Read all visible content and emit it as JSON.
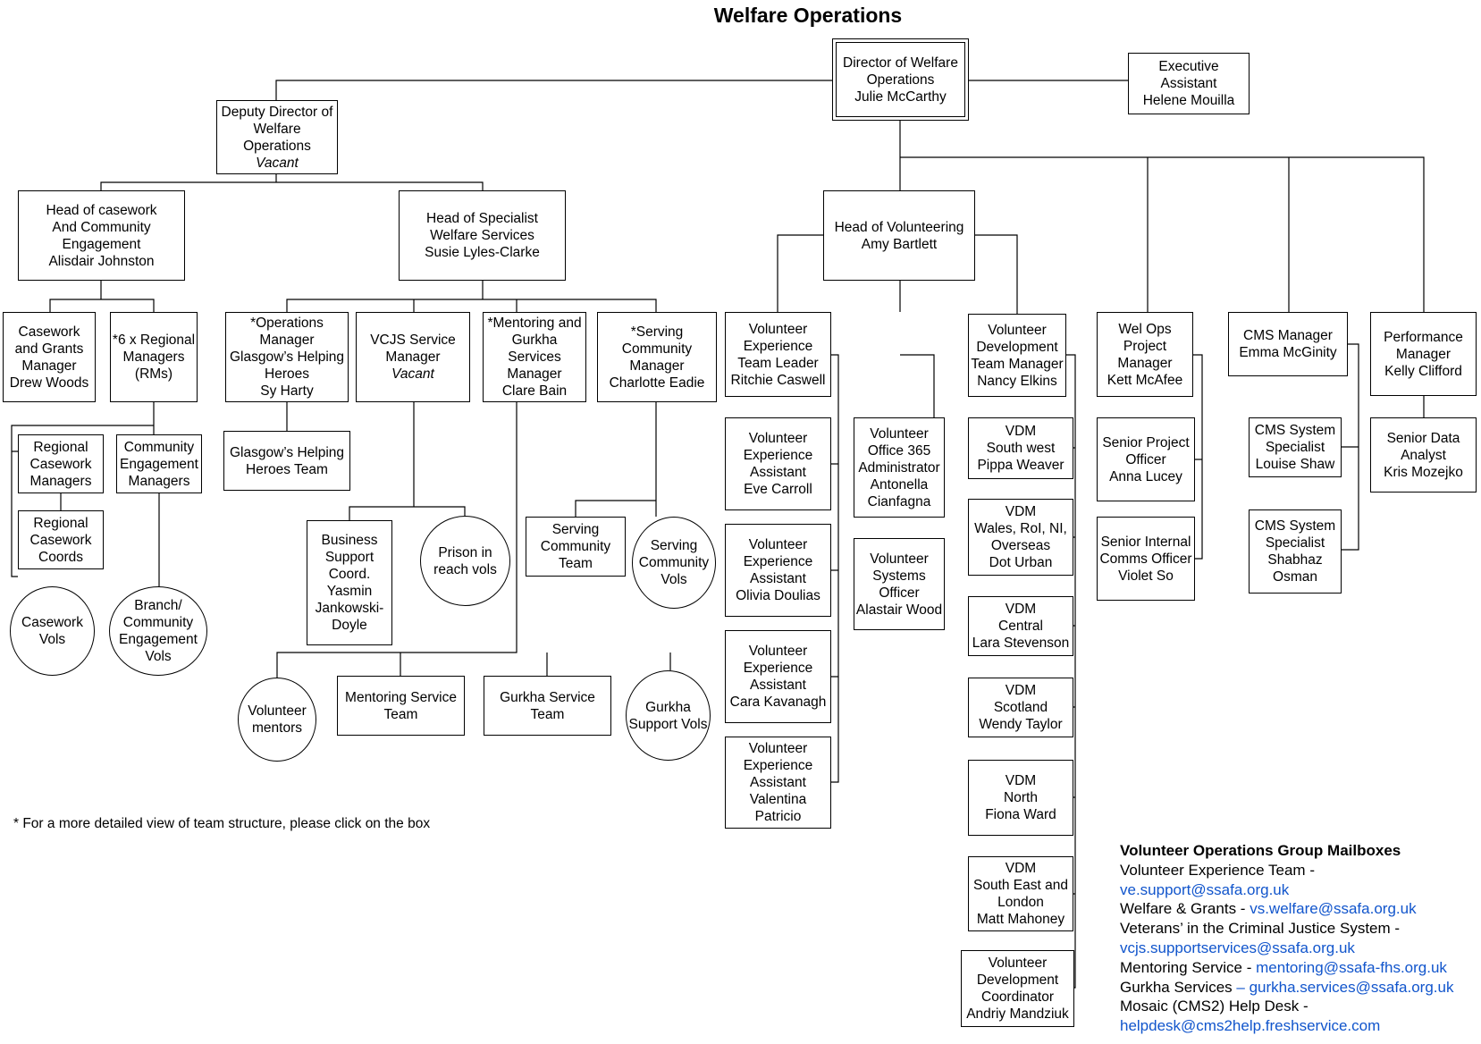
{
  "title": "Welfare Operations",
  "boxes": {
    "director": [
      "Director of Welfare",
      "Operations",
      "Julie McCarthy"
    ],
    "exec_assistant": [
      "Executive",
      "Assistant",
      "Helene Mouilla"
    ],
    "deputy": [
      "Deputy Director of",
      "Welfare",
      "Operations",
      "Vacant"
    ],
    "head_casework": [
      "Head of casework",
      "And Community",
      "Engagement",
      "Alisdair Johnston"
    ],
    "head_specialist": [
      "Head of Specialist",
      "Welfare Services",
      "Susie Lyles-Clarke"
    ],
    "head_volunteering": [
      "Head of Volunteering",
      "Amy Bartlett"
    ],
    "casework_grants_mgr": [
      "Casework",
      "and Grants",
      "Manager",
      "Drew Woods"
    ],
    "regional_managers": [
      "*6 x Regional",
      "Managers",
      "(RMs)"
    ],
    "regional_casework_managers": [
      "Regional",
      "Casework",
      "Managers"
    ],
    "community_engagement_managers": [
      "Community",
      "Engagement",
      "Managers"
    ],
    "regional_casework_coords": [
      "Regional",
      "Casework",
      "Coords"
    ],
    "casework_vols": [
      "Casework",
      "Vols"
    ],
    "branch_vols": [
      "Branch/",
      "Community",
      "Engagement",
      "Vols"
    ],
    "ops_manager_glasgow": [
      "*Operations",
      "Manager",
      "Glasgow’s Helping",
      "Heroes",
      "Sy Harty"
    ],
    "glasgow_team": [
      "Glasgow’s Helping",
      "Heroes Team"
    ],
    "vcjs_manager": [
      "VCJS Service",
      "Manager",
      "Vacant"
    ],
    "business_support": [
      "Business",
      "Support",
      "Coord.",
      "Yasmin",
      "Jankowski-",
      "Doyle"
    ],
    "prison_vols": [
      "Prison in",
      "reach vols"
    ],
    "mentoring_gurkha_mgr": [
      "*Mentoring and",
      "Gurkha",
      "Services",
      "Manager",
      "Clare Bain"
    ],
    "volunteer_mentors": [
      "Volunteer",
      "mentors"
    ],
    "mentoring_team": [
      "Mentoring Service",
      "Team"
    ],
    "gurkha_team": [
      "Gurkha Service",
      "Team"
    ],
    "gurkha_vols": [
      "Gurkha",
      "Support Vols"
    ],
    "serving_community_mgr": [
      "*Serving",
      "Community",
      "Manager",
      "Charlotte Eadie"
    ],
    "serving_community_team": [
      "Serving",
      "Community",
      "Team"
    ],
    "serving_community_vols": [
      "Serving",
      "Community",
      "Vols"
    ],
    "ve_team_leader": [
      "Volunteer",
      "Experience",
      "Team Leader",
      "Ritchie Caswell"
    ],
    "ve_assistant_eve": [
      "Volunteer",
      "Experience",
      "Assistant",
      "Eve Carroll"
    ],
    "ve_assistant_olivia": [
      "Volunteer",
      "Experience",
      "Assistant",
      "Olivia Doulias"
    ],
    "ve_assistant_cara": [
      "Volunteer",
      "Experience",
      "Assistant",
      "Cara Kavanagh"
    ],
    "ve_assistant_valentina": [
      "Volunteer",
      "Experience",
      "Assistant",
      "Valentina",
      "Patricio"
    ],
    "vo365_admin": [
      "Volunteer",
      "Office 365",
      "Administrator",
      "Antonella",
      "Cianfagna"
    ],
    "vol_systems_officer": [
      "Volunteer",
      "Systems",
      "Officer",
      "Alastair Wood"
    ],
    "vd_team_manager": [
      "Volunteer",
      "Development",
      "Team Manager",
      "Nancy Elkins"
    ],
    "vdm_southwest": [
      "VDM",
      "South west",
      "Pippa Weaver"
    ],
    "vdm_wales": [
      "VDM",
      "Wales, RoI, NI,",
      "Overseas",
      "Dot Urban"
    ],
    "vdm_central": [
      "VDM",
      "Central",
      "Lara Stevenson"
    ],
    "vdm_scotland": [
      "VDM",
      "Scotland",
      "Wendy Taylor"
    ],
    "vdm_north": [
      "VDM",
      "North",
      "Fiona Ward"
    ],
    "vdm_southeast": [
      "VDM",
      "South East and",
      "London",
      "Matt Mahoney"
    ],
    "vd_coordinator": [
      "Volunteer",
      "Development",
      "Coordinator",
      "Andriy Mandziuk"
    ],
    "welops_pm": [
      "Wel Ops",
      "Project",
      "Manager",
      "Kett McAfee"
    ],
    "senior_po": [
      "Senior Project",
      "Officer",
      "Anna Lucey"
    ],
    "senior_comms": [
      "Senior Internal",
      "Comms Officer",
      "Violet So"
    ],
    "cms_manager": [
      "CMS Manager",
      "Emma McGinity"
    ],
    "cms_louise": [
      "CMS System",
      "Specialist",
      "Louise Shaw"
    ],
    "cms_shabhaz": [
      "CMS System",
      "Specialist",
      "Shabhaz",
      "Osman"
    ],
    "perf_manager": [
      "Performance",
      "Manager",
      "Kelly Clifford"
    ],
    "senior_analyst": [
      "Senior Data",
      "Analyst",
      "Kris Mozejko"
    ]
  },
  "note": "* For a more detailed view of team structure, please click on the box",
  "mailboxes": {
    "title": "Volunteer Operations Group Mailboxes",
    "ve_label": "Volunteer Experience Team -",
    "ve_email": "ve.support@ssafa.org.uk",
    "wg_label": "Welfare & Grants - ",
    "wg_email": "vs.welfare@ssafa.org.uk",
    "vcjs_label": "Veterans’ in the Criminal Justice System -",
    "vcjs_email": "vcjs.supportservices@ssafa.org.uk",
    "ms_label": "Mentoring Service - ",
    "ms_email": "mentoring@ssafa-fhs.org.uk",
    "gs_label": "Gurkha Services ",
    "gs_email": "– gurkha.services@ssafa.org.uk",
    "help_label": "Mosaic (CMS2) Help Desk -",
    "help_email": "helpdesk@cms2help.freshservice.com"
  }
}
